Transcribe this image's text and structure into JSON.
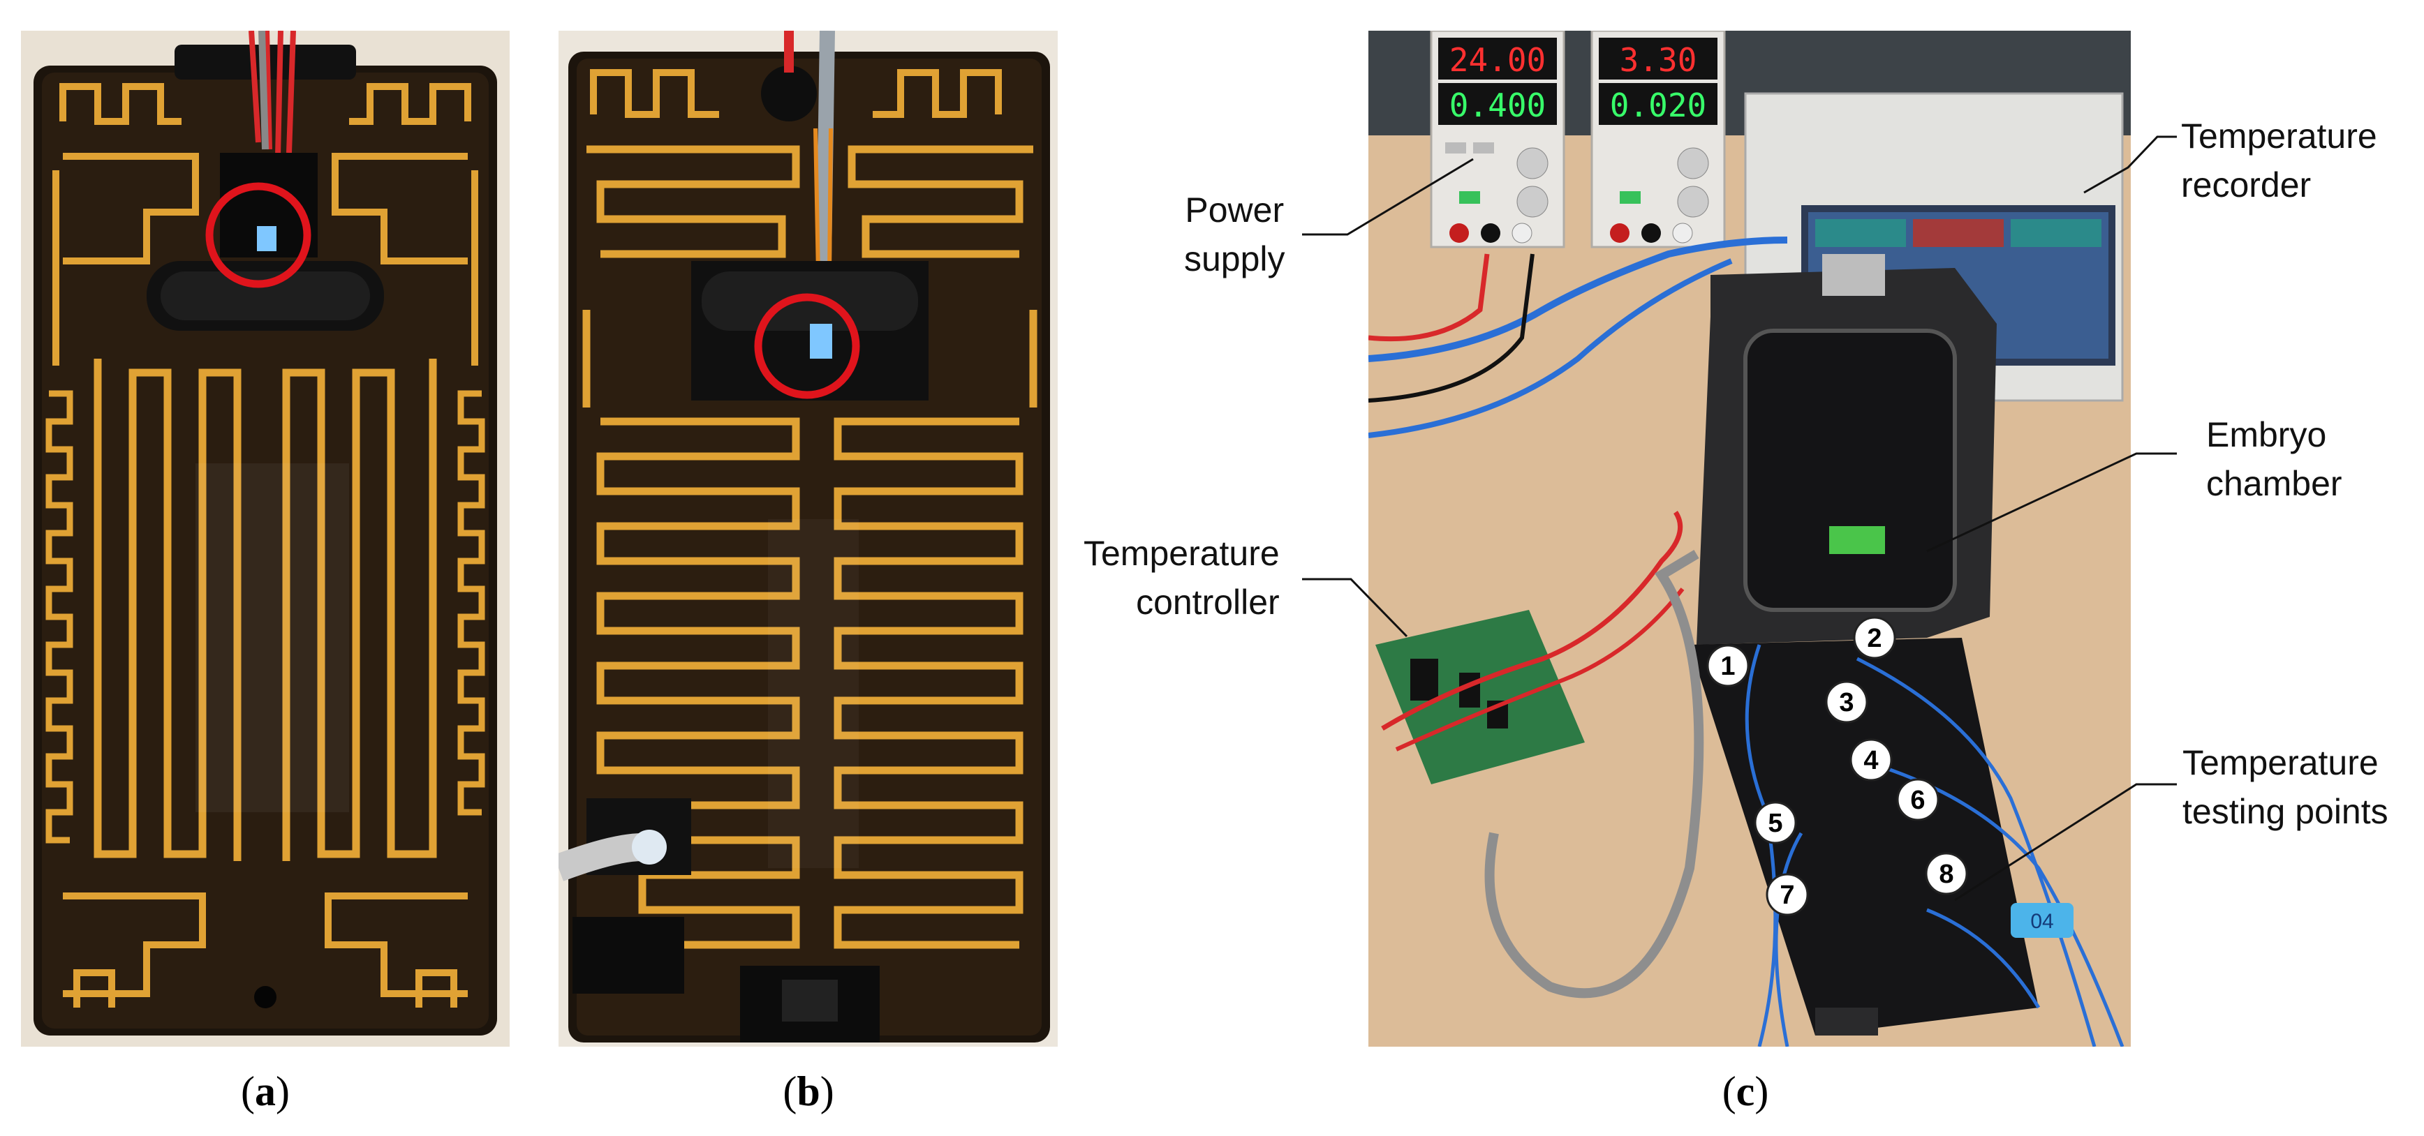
{
  "figure": {
    "captions": [
      "a",
      "b",
      "c"
    ],
    "callouts": {
      "power_supply": "Power\nsupply",
      "temperature_recorder": "Temperature\nrecorder",
      "embryo_chamber": "Embryo\nchamber",
      "temperature_controller": "Temperature\ncontroller",
      "temperature_testing_points": "Temperature\ntesting points"
    },
    "power_supply_displays": {
      "left_voltage": "24.00",
      "left_current": "0.400",
      "right_voltage": "3.30",
      "right_current": "0.020"
    },
    "testing_point_numbers": [
      "1",
      "2",
      "3",
      "4",
      "5",
      "6",
      "7",
      "8"
    ],
    "chamber_tag": "04",
    "colors": {
      "heater_trace": "#e0a234",
      "board_dark": "#1c140c",
      "highlight_circle": "#e0141c",
      "table": "#dcbc98",
      "wire_blue": "#2a6fd6",
      "wire_red": "#d8282a"
    }
  }
}
